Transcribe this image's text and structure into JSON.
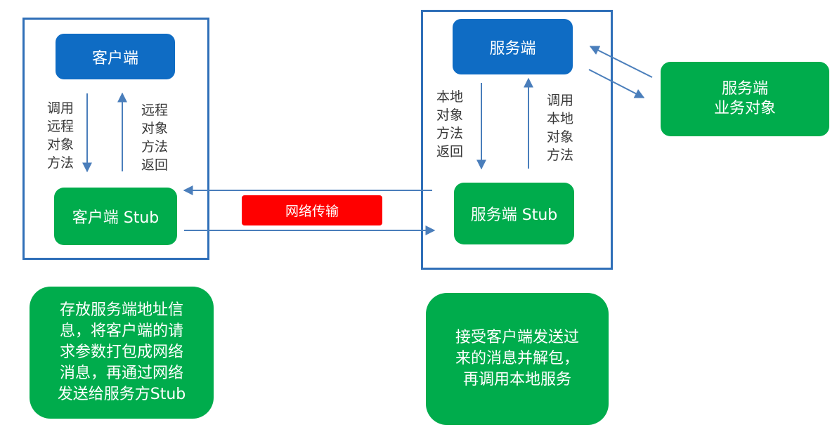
{
  "client": {
    "title": "客户端",
    "stub": "客户端 Stub",
    "down_label": "调用\n远程\n对象\n方法",
    "up_label": "远程\n对象\n方法\n返回",
    "note": "存放服务端地址信\n息，将客户端的请\n求参数打包成网络\n消息，再通过网络\n发送给服务方Stub"
  },
  "server": {
    "title": "服务端",
    "stub": "服务端 Stub",
    "down_label": "本地\n对象\n方法\n返回",
    "up_label": "调用\n本地\n对象\n方法",
    "note": "接受客户端发送过\n来的消息并解包，\n再调用本地服务",
    "business": "服务端\n业务对象"
  },
  "network": {
    "label": "网络传输"
  },
  "colors": {
    "frame": "#2f6fb8",
    "blue_box": "#0f6cc4",
    "green_box": "#00ac4c",
    "network": "#ff0000",
    "arrow": "#4a7ebb"
  }
}
